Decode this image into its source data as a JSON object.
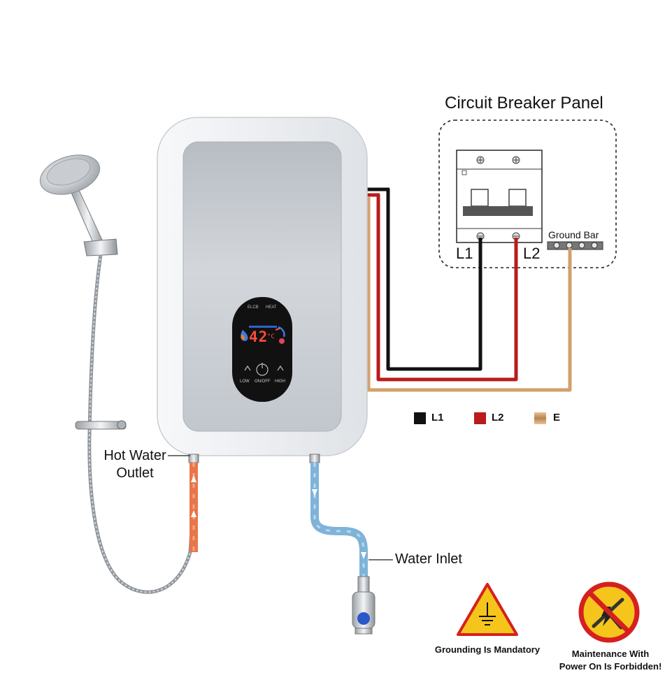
{
  "diagram": {
    "title": "Circuit Breaker Panel",
    "ground_bar": "Ground Bar",
    "terminals": {
      "l1": "L1",
      "l2": "L2"
    },
    "hot_water_outlet": {
      "line1": "Hot Water",
      "line2": "Outlet"
    },
    "water_inlet": "Water Inlet",
    "legend": [
      {
        "label": "L1",
        "color": "#111111"
      },
      {
        "label": "L2",
        "color": "#b81c1c"
      },
      {
        "label": "E",
        "color": "#d2a06e"
      }
    ],
    "warnings": {
      "grounding": "Grounding Is Mandatory",
      "maintenance_line1": "Maintenance With",
      "maintenance_line2": "Power On Is Forbidden!"
    },
    "heater_display": {
      "indicator_left": "ELCB",
      "indicator_right": "HEAT",
      "temperature": "42",
      "unit": "°C",
      "buttons": {
        "low": "LOW",
        "onoff": "ON/OFF",
        "high": "HIGH"
      }
    },
    "colors": {
      "wire_l1": "#111111",
      "wire_l2": "#b81c1c",
      "wire_ground": "#d2a06e",
      "hot_pipe": "#e8764a",
      "cold_pipe": "#7fb3d8",
      "heater_body": "#eef0f3",
      "heater_panel": "#c4c9cf"
    }
  }
}
